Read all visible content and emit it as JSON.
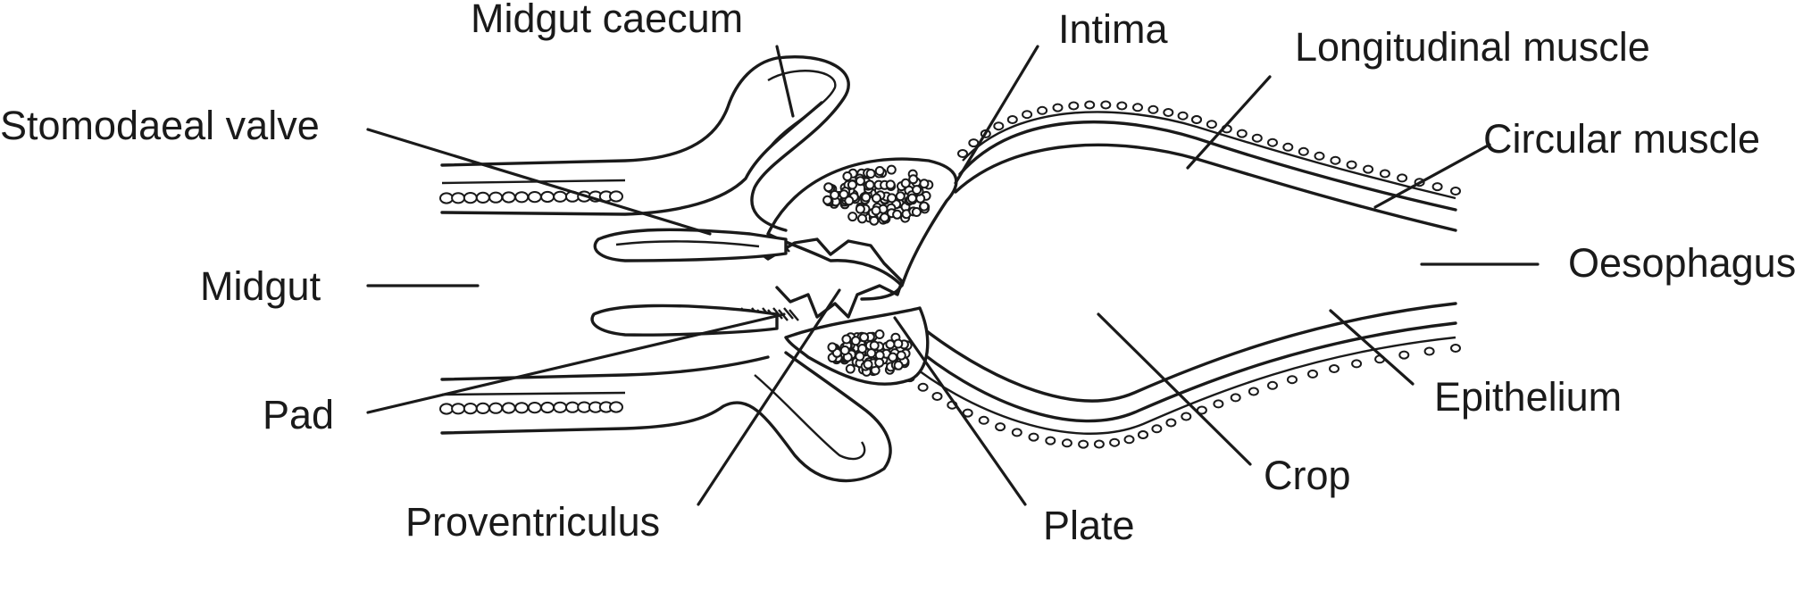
{
  "labels": {
    "midgut_caecum": "Midgut caecum",
    "intima": "Intima",
    "longitudinal_muscle": "Longitudinal muscle",
    "stomodaeal_valve": "Stomodaeal valve",
    "circular_muscle": "Circular muscle",
    "midgut": "Midgut",
    "oesophagus": "Oesophagus",
    "pad": "Pad",
    "epithelium": "Epithelium",
    "crop": "Crop",
    "proventriculus": "Proventriculus",
    "plate": "Plate"
  },
  "colors": {
    "ink": "#1a1a1a",
    "background": "#ffffff"
  }
}
